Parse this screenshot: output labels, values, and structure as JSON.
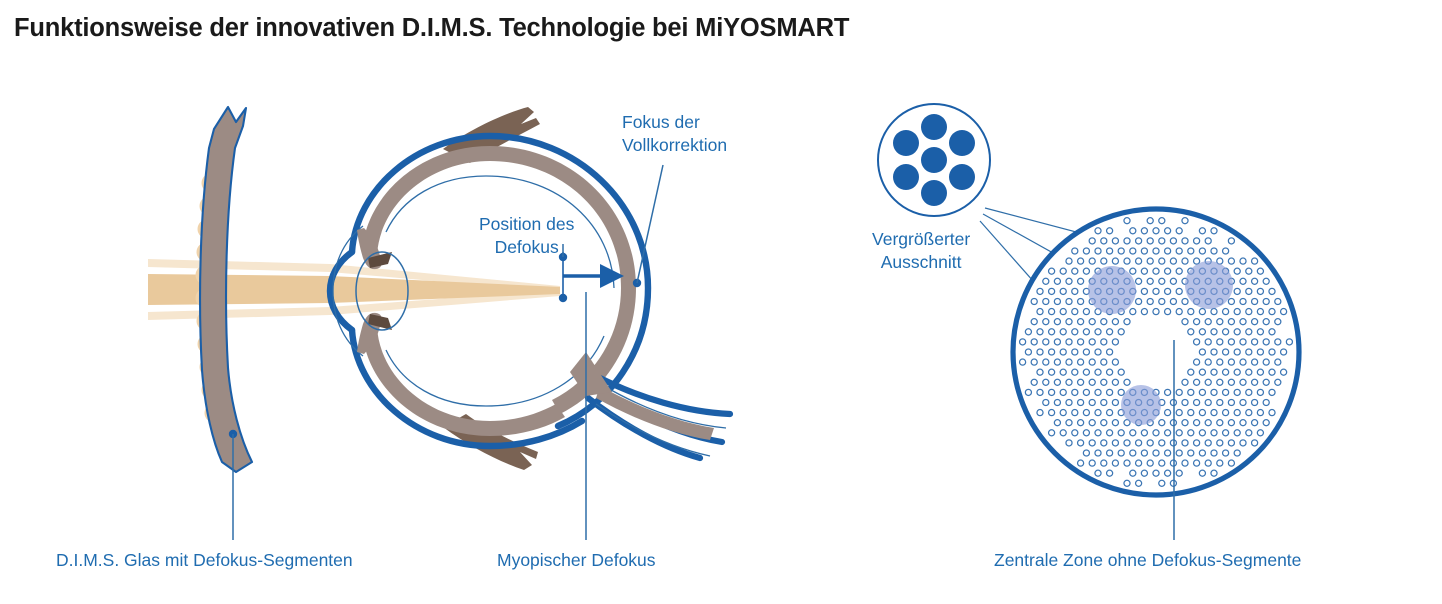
{
  "page": {
    "title": "Funktionsweise der innovativen D.I.M.S. Technologie bei MiYOSMART",
    "background": "#ffffff",
    "title_color": "#1a1a1a"
  },
  "colors": {
    "brand_blue": "#1b5fa8",
    "label_blue": "#1f6cb0",
    "line_blue": "#2f6ea8",
    "taupe": "#9c8b84",
    "taupe_dark": "#7a6354",
    "beam_strong": "#e9c99c",
    "beam_soft": "#f6e6cf",
    "segment_tan": "#f0d3ab",
    "highlight_patch": "#8a9dd8",
    "ring_dot": "#3c76b4"
  },
  "labels": {
    "fokus_vollkorrektion": "Fokus der\nVollkorrektion",
    "position_defokus": "Position des\nDefokus",
    "vergroesserter_ausschnitt": "Vergrößerter\nAusschnitt",
    "dims_glas": "D.I.M.S. Glas mit Defokus-Segmenten",
    "myopischer_defokus": "Myopischer Defokus",
    "zentrale_zone": "Zentrale Zone ohne Defokus-Segmente"
  },
  "diagram_left": {
    "name": "eye-cross-section-with-dims-lens",
    "parts": [
      "dims-spectacle-lens",
      "defocus-segment-bumps",
      "light-beams",
      "cornea",
      "crystalline-lens",
      "iris-ciliary-body",
      "sclera",
      "retina-choroid",
      "extraocular-muscle-top",
      "extraocular-muscle-bottom",
      "optic-nerve",
      "defocus-arrow"
    ],
    "segment_bump_count": 11,
    "beam_count": 3
  },
  "diagram_right": {
    "name": "dims-lens-face-view",
    "magnifier_dot_count": 7,
    "highlight_patch_count": 3,
    "leader_line_count": 3,
    "ring_zone": "honeycomb-defocus-segment-ring",
    "center_zone": "clear-central-optical-zone"
  }
}
